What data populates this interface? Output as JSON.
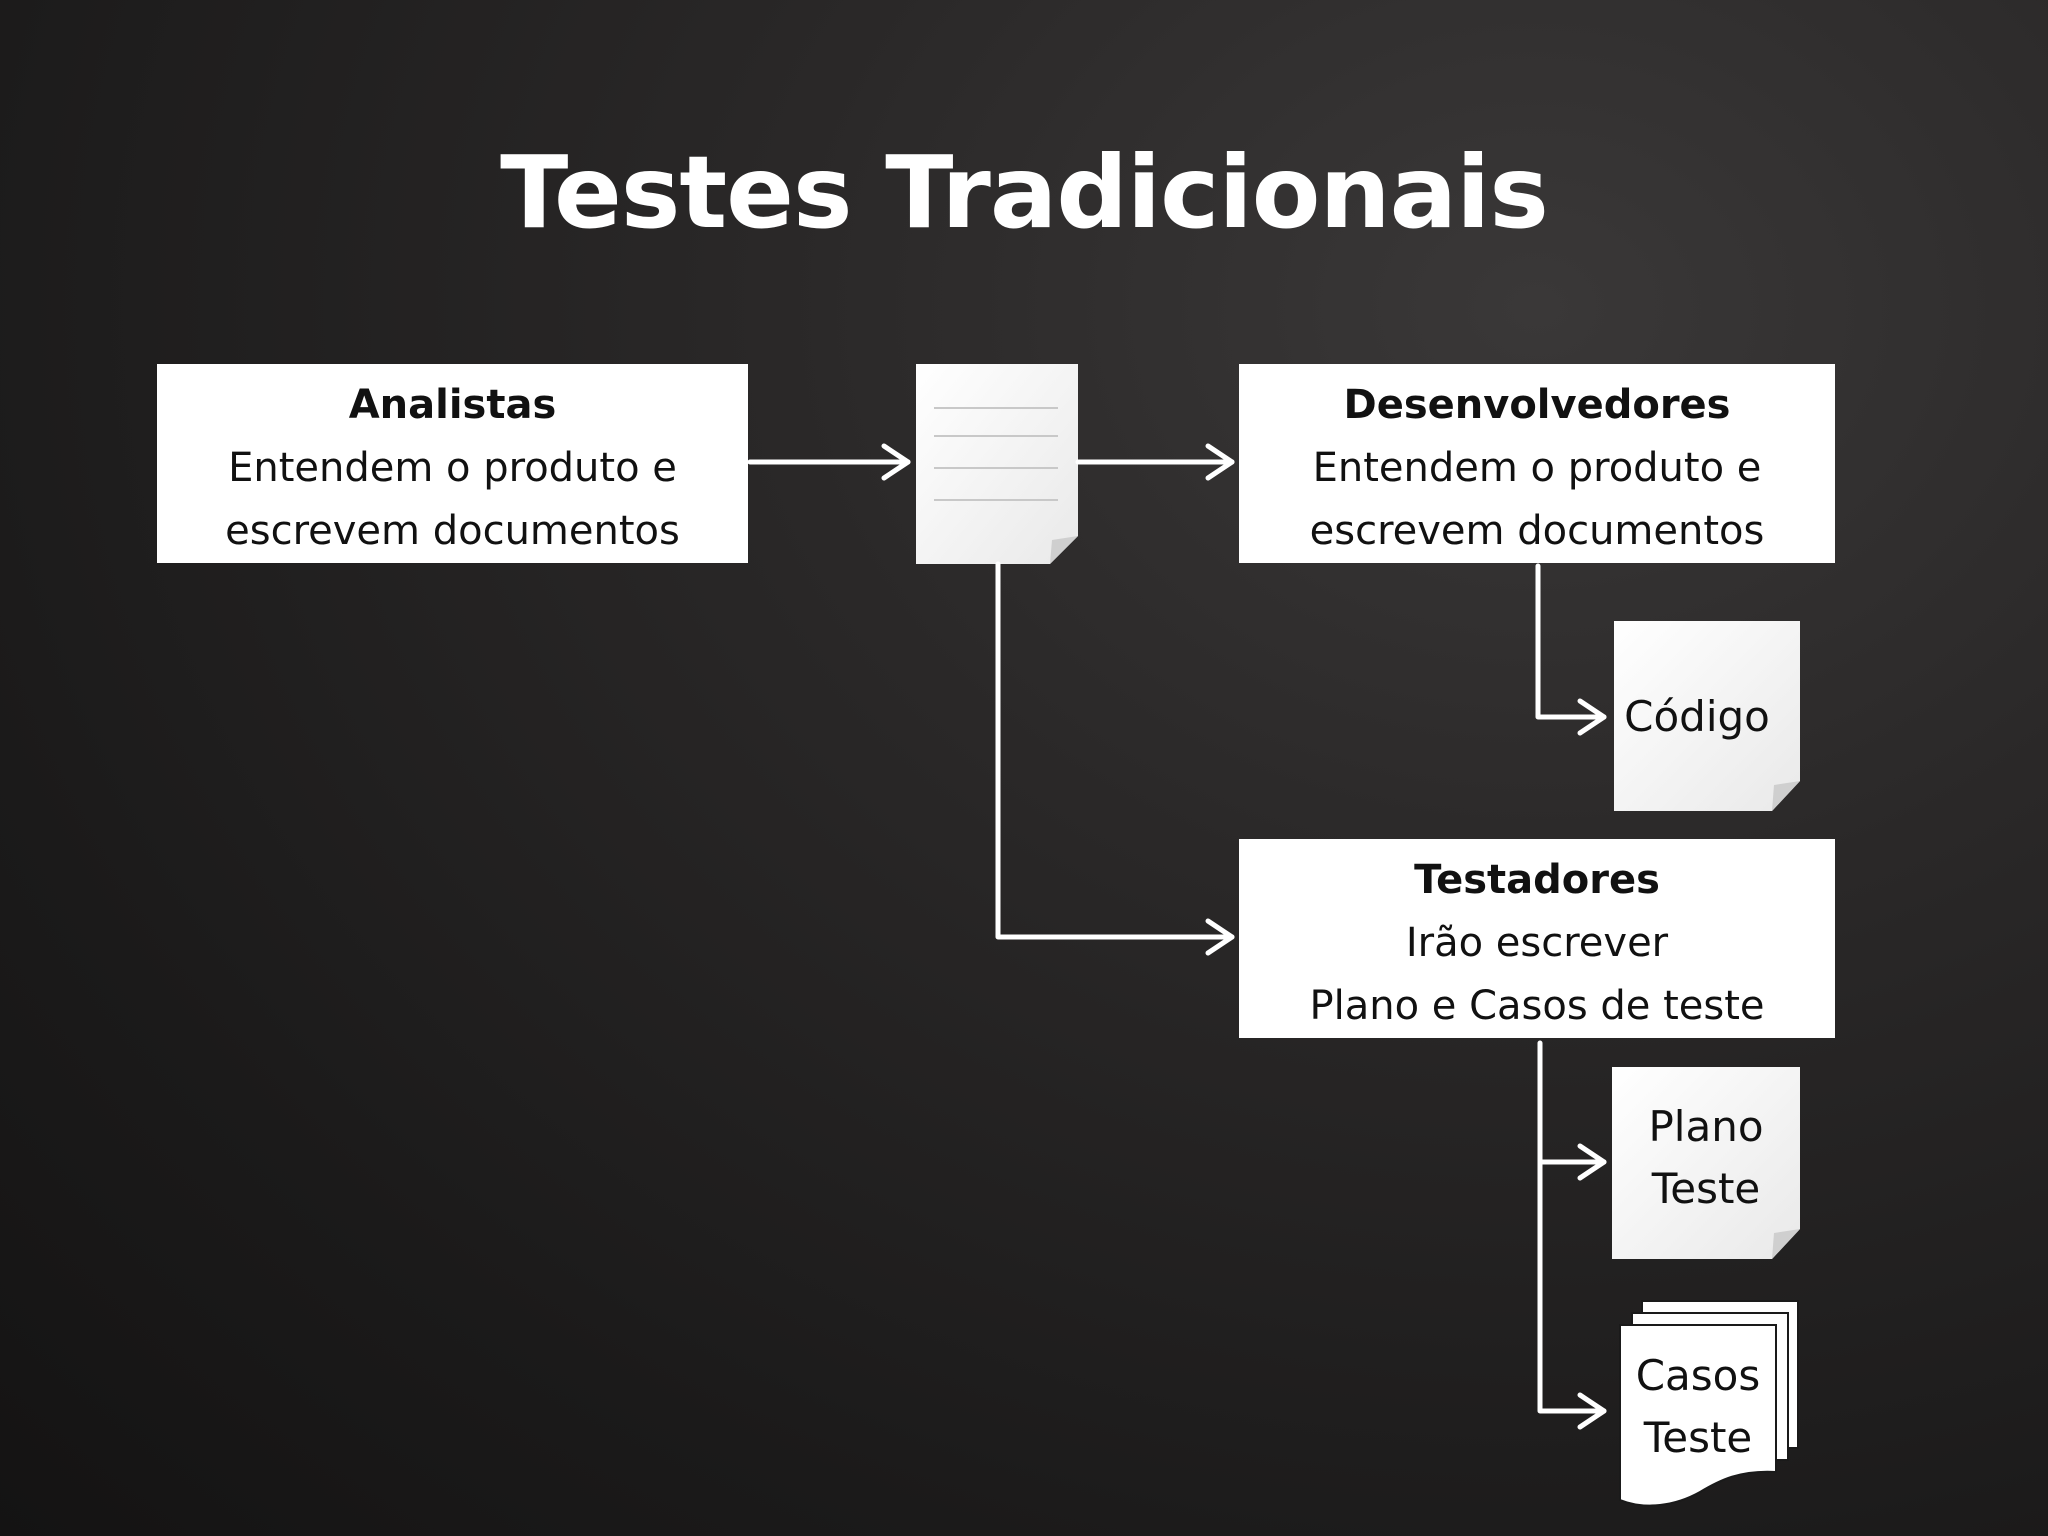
{
  "title": "Testes Tradicionais",
  "boxes": {
    "analistas": {
      "heading": "Analistas",
      "line1": "Entendem o produto e",
      "line2": "escrevem documentos"
    },
    "desenvolvedores": {
      "heading": "Desenvolvedores",
      "line1": "Entendem o produto e",
      "line2": "escrevem documentos"
    },
    "testadores": {
      "heading": "Testadores",
      "line1": "Irão escrever",
      "line2": "Plano e Casos de teste"
    }
  },
  "documents": {
    "codigo": "Código",
    "plano_line1": "Plano",
    "plano_line2": "Teste",
    "casos_line1": "Casos",
    "casos_line2": "Teste"
  },
  "colors": {
    "background": "#1f1e1e",
    "box": "#ffffff",
    "connector": "#ffffff",
    "text": "#111111"
  }
}
